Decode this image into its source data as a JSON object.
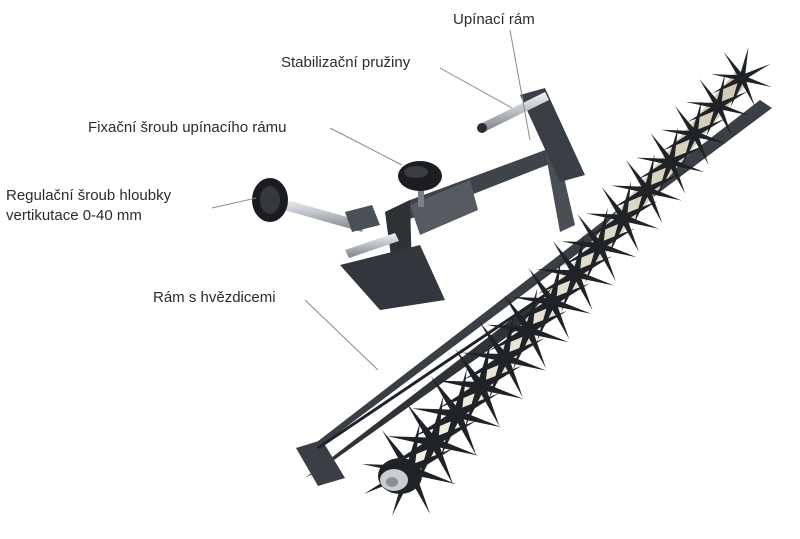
{
  "labels": {
    "upinaci_ram": "Upínací rám",
    "stabilizacni_pruziny": "Stabilizační pružiny",
    "fixacni_sroub": "Fixační šroub  upínacího rámu",
    "regulacni_sroub_line1": "Regulační šroub hloubky",
    "regulacni_sroub_line2": "vertikutace 0-40 mm",
    "ram_s_hvezdicemi": "Rám s hvězdicemi"
  },
  "colors": {
    "frame_dark": "#3a3f45",
    "frame_light": "#6b7078",
    "spike": "#1f2226",
    "shaft_cream": "#e6e1cf",
    "metal_silver": "#c9ccd0",
    "leader_line": "#8a8a8a",
    "text": "#2b2b2b"
  }
}
